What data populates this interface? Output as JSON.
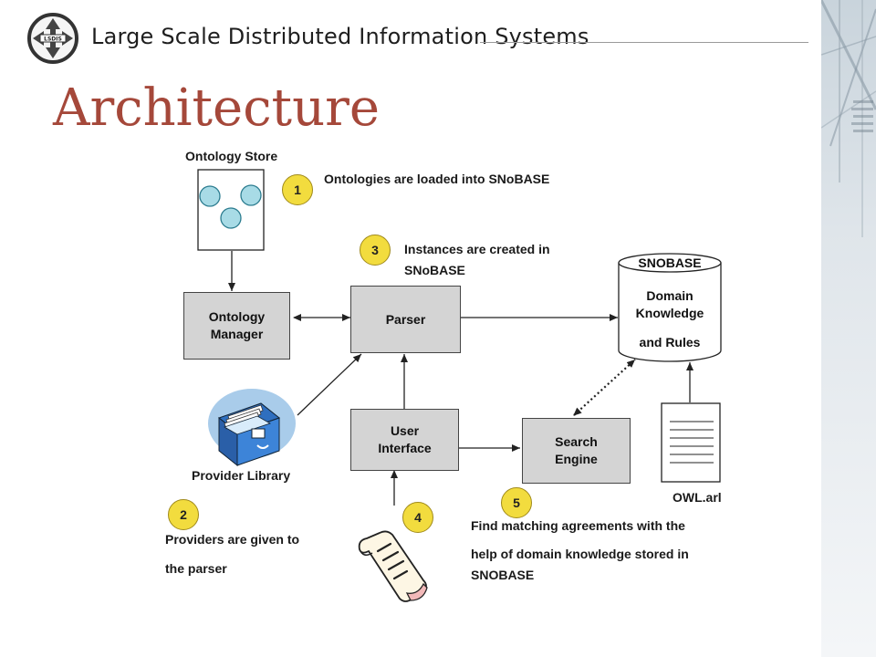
{
  "header": {
    "title": "Large Scale Distributed Information Systems",
    "logo_text": "LSDIS"
  },
  "slide": {
    "title": "Architecture"
  },
  "labels": {
    "ontology_store": "Ontology Store",
    "provider_library": "Provider Library",
    "owl_arl": "OWL.arl"
  },
  "boxes": {
    "ontology_manager": "Ontology Manager",
    "parser": "Parser",
    "user_interface": "User Interface",
    "search_engine": "Search Engine"
  },
  "snobase": {
    "title": "SNOBASE",
    "line1": "Domain",
    "line2": "Knowledge",
    "line3": "and  Rules"
  },
  "steps": [
    {
      "num": "1",
      "text": "Ontologies are loaded into SNoBASE"
    },
    {
      "num": "2",
      "line1": "Providers are given to",
      "line2": "the  parser"
    },
    {
      "num": "3",
      "line1": "Instances are  created in",
      "line2": "SNoBASE"
    },
    {
      "num": "4"
    },
    {
      "num": "5",
      "line1": "Find matching agreements  with the",
      "line2": "help of domain  knowledge stored in",
      "line3": "SNOBASE"
    }
  ],
  "colors": {
    "title": "#a5483a",
    "badge": "#f2dc3e",
    "box": "#d4d4d4",
    "circle": "#a8dbe6"
  },
  "icons": [
    "lsdis-logo-icon",
    "file-cabinet-icon",
    "scroll-document-icon",
    "decorative-photo-strip"
  ]
}
